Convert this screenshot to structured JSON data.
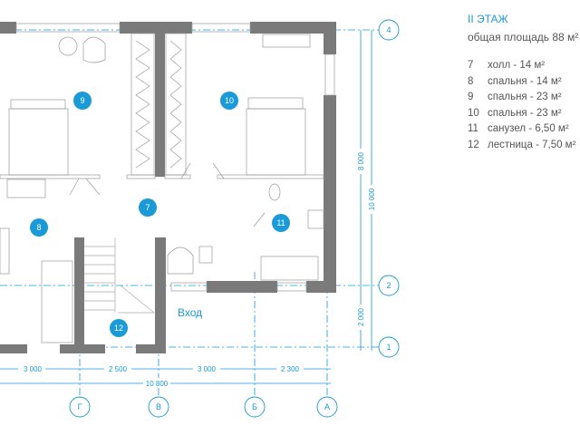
{
  "legend": {
    "title": "II ЭТАЖ",
    "subtitle": "общая площадь 88 м²",
    "rooms": [
      {
        "num": "7",
        "label": "холл - 14 м²"
      },
      {
        "num": "8",
        "label": "спальня - 14 м²"
      },
      {
        "num": "9",
        "label": "спальня - 23 м²"
      },
      {
        "num": "10",
        "label": "спальня - 23 м²"
      },
      {
        "num": "11",
        "label": "санузел - 6,50 м²"
      },
      {
        "num": "12",
        "label": "лестница - 7,50 м²"
      }
    ]
  },
  "plan": {
    "room_markers": [
      "7",
      "8",
      "9",
      "10",
      "11",
      "12"
    ],
    "entrance_label": "Вход",
    "axes_h": [
      "4",
      "2",
      "1"
    ],
    "axes_v": [
      "Г",
      "В",
      "Б",
      "А"
    ],
    "dims_bottom": [
      "3 000",
      "2 500",
      "3 000",
      "2 300"
    ],
    "dim_total_width": "10 800",
    "dims_right": [
      "8 000",
      "10 000",
      "2 000"
    ]
  },
  "colors": {
    "accent": "#1a9ad6",
    "wall": "#7a7a7a"
  }
}
